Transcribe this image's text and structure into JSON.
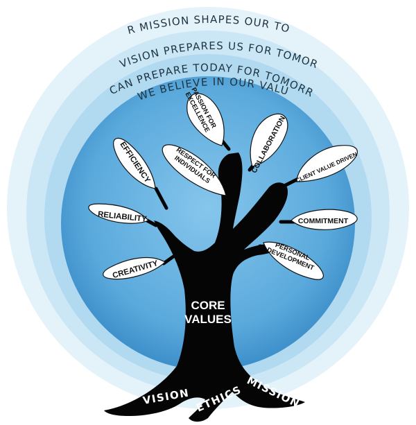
{
  "arcs": {
    "mission": "OUR MISSION SHAPES OUR TODAY",
    "vision": "OUR VISION PREPARES US FOR TOMORROW",
    "prepare_1": "WE CAN PREPARE TODAY FOR TOMORROW",
    "prepare_2": "IF WE BELIEVE IN OUR VALUES"
  },
  "colors": {
    "ring_outer": "#e4f2fa",
    "ring_mid": "#c9e6f5",
    "ring_inner": "#aed8f0",
    "core_circle": "#5faee0",
    "trunk": "#050505"
  },
  "leaves": {
    "passion_1": "PASSION FOR",
    "passion_2": "EXCELLENCE",
    "collaboration": "COLLABORATION",
    "client_value": "CLIENT VALUE DRIVEN",
    "commitment": "COMMITMENT",
    "personal_1": "PERSONAL",
    "personal_2": "DEVELOPMENT",
    "respect_1": "RESPECT FOR",
    "respect_2": "INDIVIDUALS",
    "efficiency": "EFFICIENCY",
    "reliability": "RELIABILITY",
    "creativity": "CREATIVITY"
  },
  "trunk": {
    "core_1": "CORE",
    "core_2": "VALUES"
  },
  "roots": {
    "vision": "VISION",
    "ethics": "ETHICS",
    "mission": "MISSION"
  }
}
